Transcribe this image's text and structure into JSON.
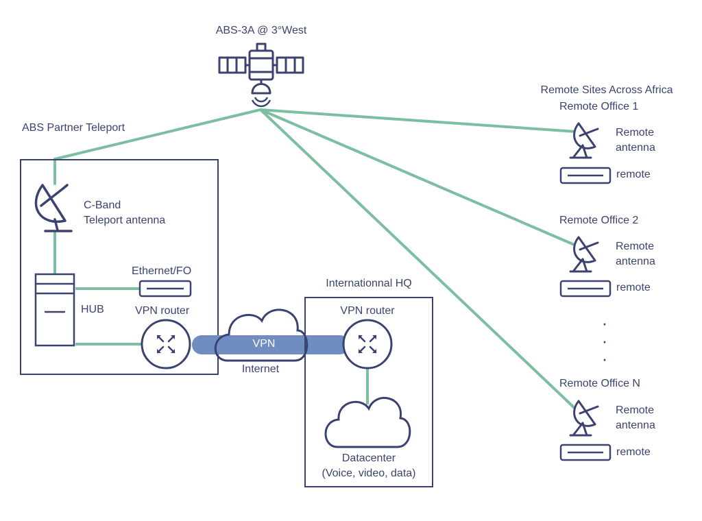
{
  "satellite": {
    "label": "ABS-3A @ 3°West"
  },
  "teleport": {
    "title": "ABS Partner Teleport",
    "antenna_line1": "C-Band",
    "antenna_line2": "Teleport antenna",
    "ethernet_label": "Ethernet/FO",
    "hub_label": "HUB",
    "router_label": "VPN router"
  },
  "internet": {
    "vpn_label": "VPN",
    "label": "Internet"
  },
  "hq": {
    "title": "Internationnal HQ",
    "router_label": "VPN router",
    "datacenter_line1": "Datacenter",
    "datacenter_line2": "(Voice, video, data)"
  },
  "remote_sites": {
    "title": "Remote Sites Across Africa",
    "offices": [
      {
        "name": "Remote Office 1",
        "antenna_line1": "Remote",
        "antenna_line2": "antenna",
        "modem_label": "remote"
      },
      {
        "name": "Remote Office 2",
        "antenna_line1": "Remote",
        "antenna_line2": "antenna",
        "modem_label": "remote"
      },
      {
        "name": "Remote Office N",
        "antenna_line1": "Remote",
        "antenna_line2": "antenna",
        "modem_label": "remote"
      }
    ]
  },
  "colors": {
    "link": "#7bbfa0",
    "outline": "#3a4370",
    "vpn_tube": "#6f8dc0"
  },
  "icons": [
    "satellite-icon",
    "dish-antenna-icon",
    "server-hub-icon",
    "modem-icon",
    "router-icon",
    "cloud-icon"
  ]
}
